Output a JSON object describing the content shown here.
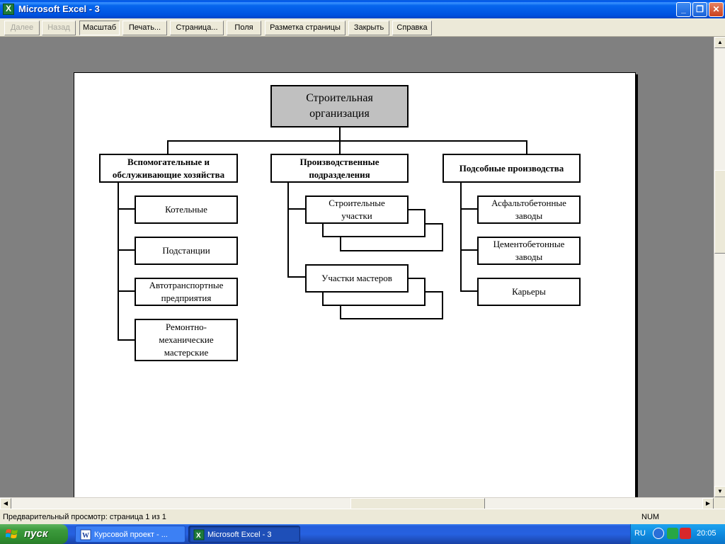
{
  "window": {
    "title": "Microsoft Excel - 3",
    "minimize": "_",
    "maximize": "❐",
    "close": "✕"
  },
  "toolbar": {
    "next": "Далее",
    "prev": "Назад",
    "zoom": "Масштаб",
    "print": "Печать...",
    "setup": "Страница...",
    "margins": "Поля",
    "page_break": "Разметка страницы",
    "close": "Закрыть",
    "help": "Справка"
  },
  "chart": {
    "root": [
      "Строительная",
      "организация"
    ],
    "heads": [
      [
        "Вспомогательные и",
        "обслуживающие хозяйства"
      ],
      [
        "Производственные",
        "подразделения"
      ],
      [
        "Подсобные производства"
      ]
    ],
    "col1": [
      [
        "Котельные"
      ],
      [
        "Подстанции"
      ],
      [
        "Автотранспортные",
        "предприятия"
      ],
      [
        "Ремонтно-",
        "механические",
        "мастерские"
      ]
    ],
    "col2": [
      [
        "Строительные",
        "участки"
      ],
      [
        "Участки мастеров"
      ]
    ],
    "col3": [
      [
        "Асфальтобетонные",
        "заводы"
      ],
      [
        "Цементобетонные",
        "заводы"
      ],
      [
        "Карьеры"
      ]
    ]
  },
  "statusbar": {
    "text": "Предварительный просмотр: страница 1 из 1",
    "num": "NUM"
  },
  "taskbar": {
    "start": "пуск",
    "tasks": [
      "Курсовой проект - ...",
      "Microsoft Excel - 3"
    ],
    "lang": "RU",
    "clock": "20:05"
  },
  "icons": {
    "app": "excel-icon",
    "start": "windows-logo-icon",
    "word_task": "word-icon",
    "excel_task": "excel-icon"
  },
  "colors": {
    "titlebar": "#0058ee",
    "root_box": "#c0c0c0",
    "workspace": "#808080",
    "start": "#3c9a3c"
  }
}
